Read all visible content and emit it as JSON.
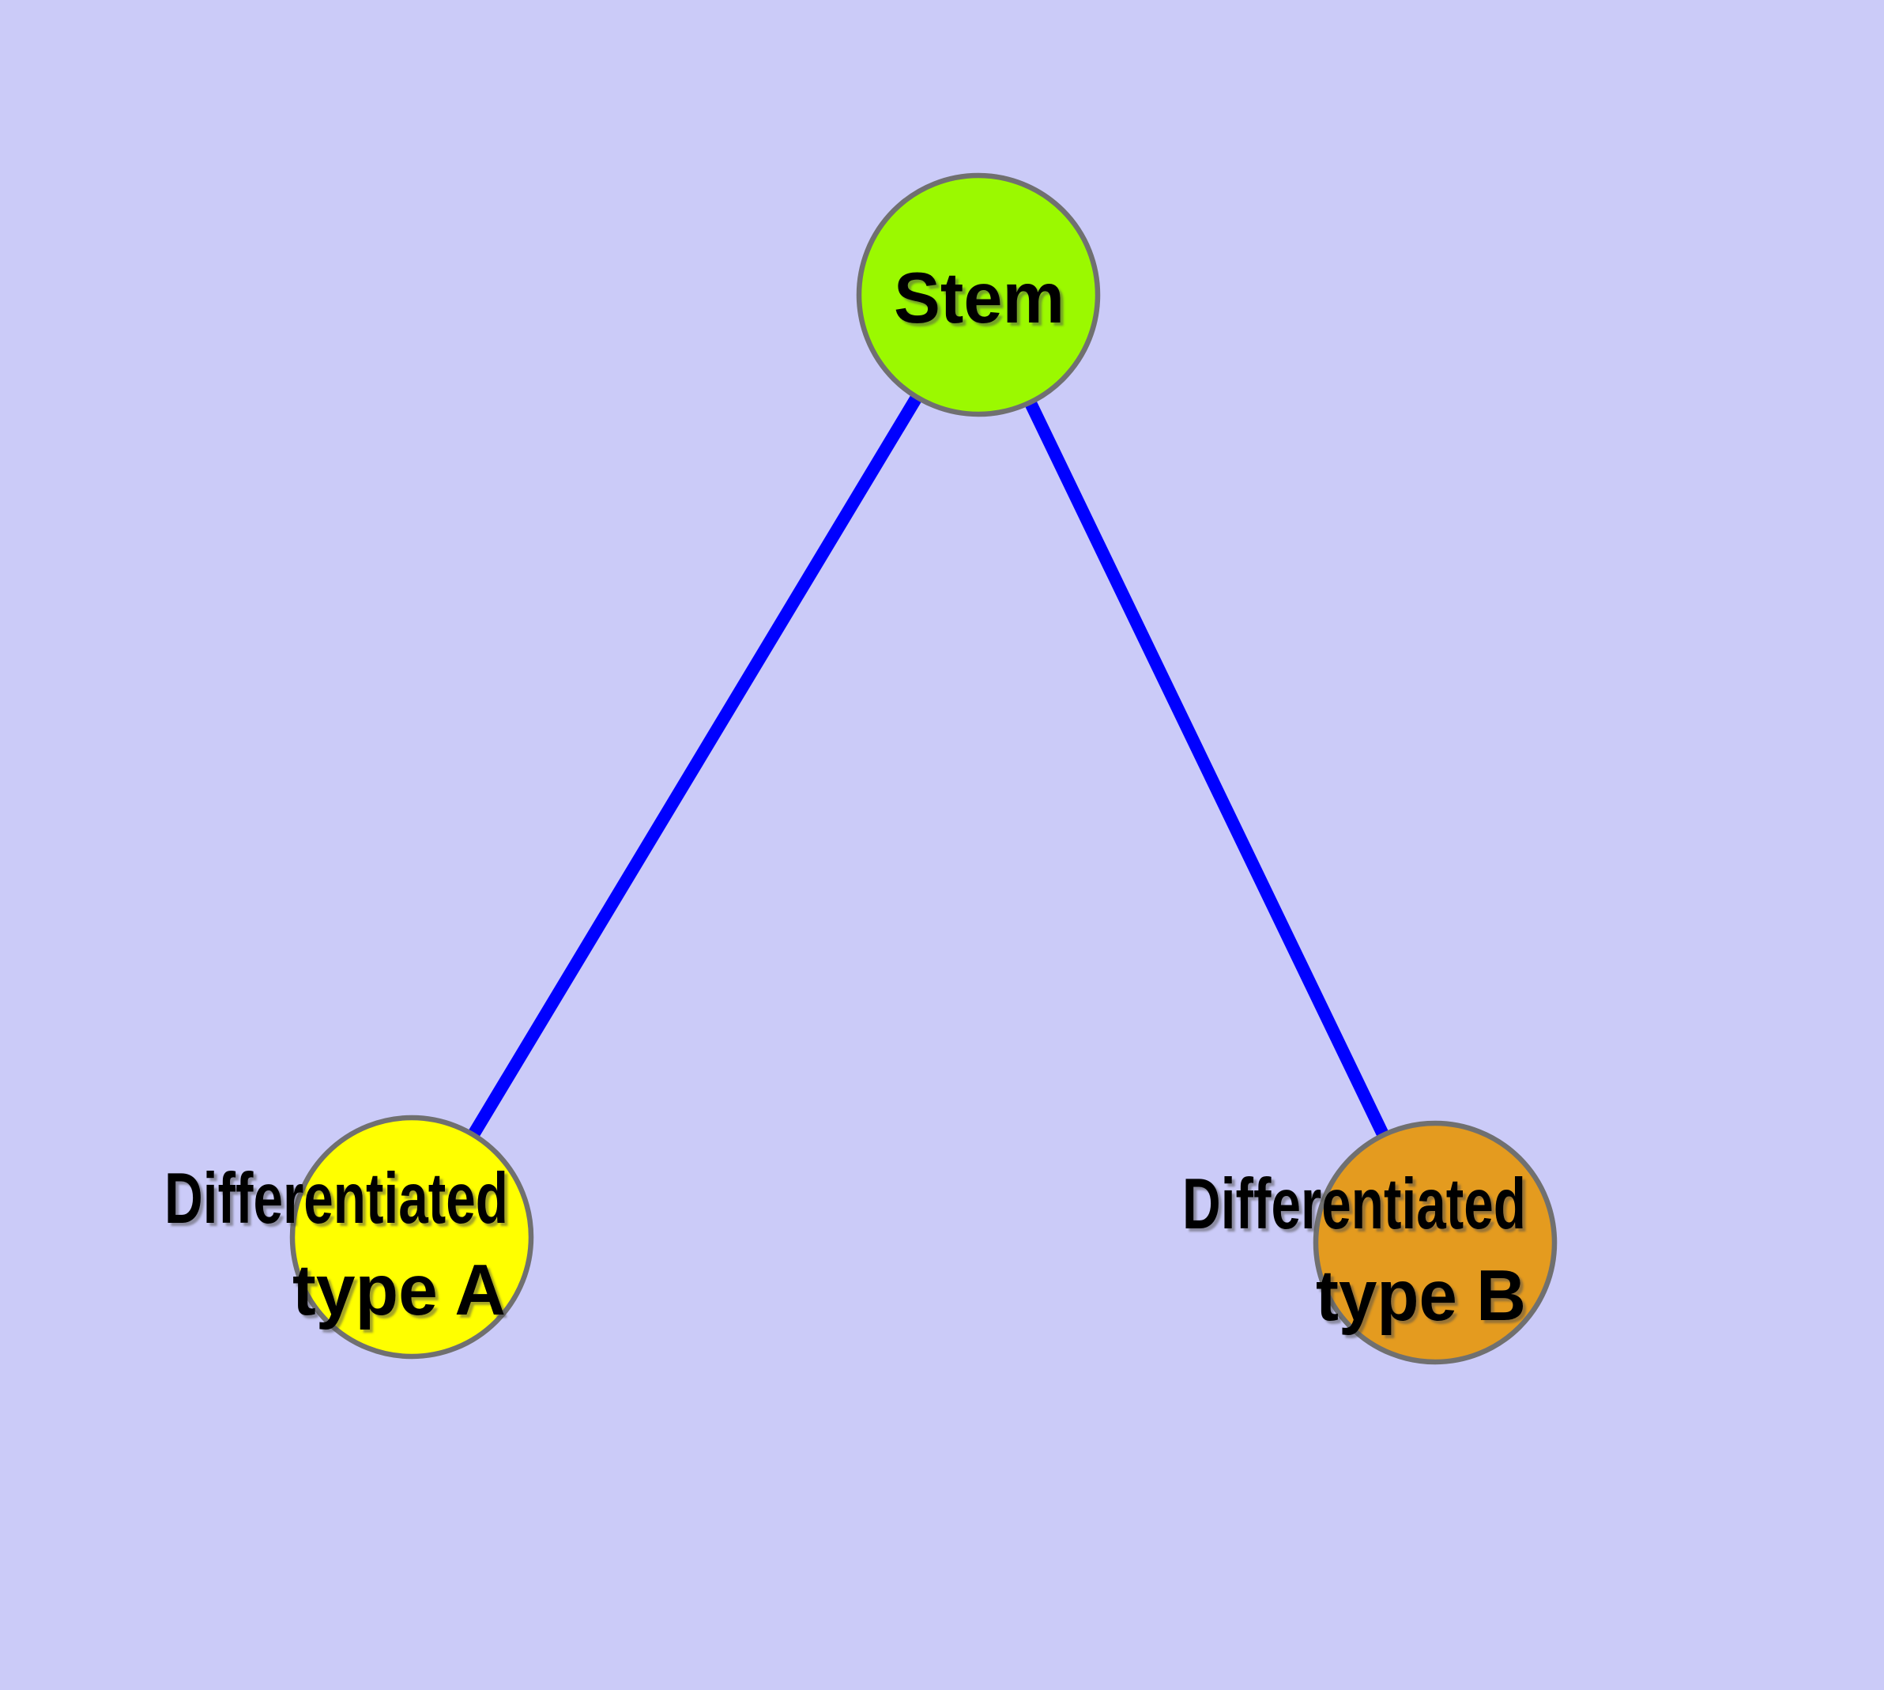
{
  "diagram": {
    "title": "stem-cell-differentiation-graph",
    "colors": {
      "background": "#CBCBF8",
      "edge": "#0000FF",
      "node_border": "#707070",
      "label": "#000000",
      "stem_fill": "#9BF900",
      "type_a_fill": "#FFFF00",
      "type_b_fill": "#E49B1F"
    },
    "nodes": {
      "stem": {
        "id": "stem",
        "label": "Stem",
        "color": "#9BF900"
      },
      "type_a": {
        "id": "type-a",
        "label_line1": "Differentiated",
        "label_line2": "type A",
        "color": "#FFFF00"
      },
      "type_b": {
        "id": "type-b",
        "label_line1": "Differentiated",
        "label_line2": "type B",
        "color": "#E49B1F"
      }
    },
    "edges": [
      {
        "from": "Stem",
        "to": "Differentiated type A"
      },
      {
        "from": "Stem",
        "to": "Differentiated type B"
      }
    ]
  }
}
